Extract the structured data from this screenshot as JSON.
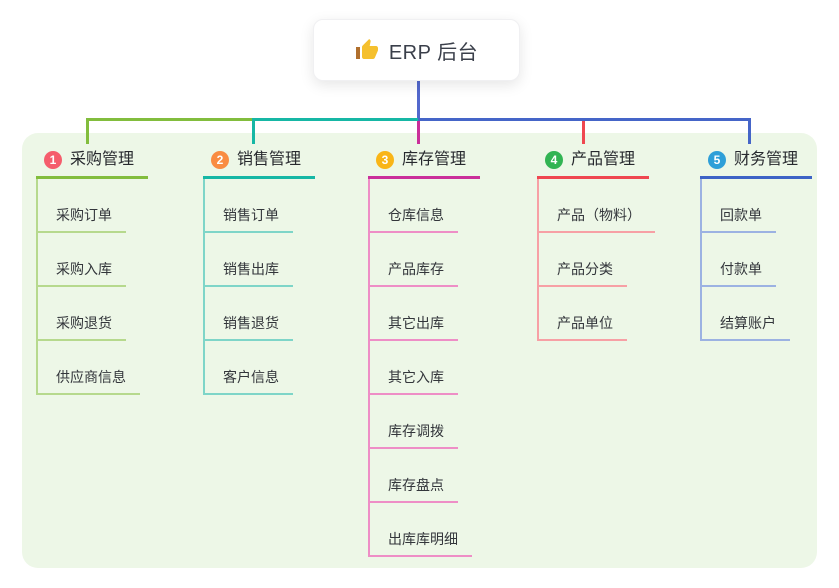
{
  "root": {
    "label": "ERP 后台",
    "icon": "thumbs-up-icon"
  },
  "canvas": {
    "panel_background": "#edf7e7",
    "page_background": "#ffffff"
  },
  "connectors": {
    "root_drop_color": "#5368cd",
    "trunk_blue": "#4565c8"
  },
  "branches": [
    {
      "number": "1",
      "label": "采购管理",
      "badge_color": "#f55d6c",
      "color": "#82bd3d",
      "child_color": "#b6d98d",
      "children": [
        "采购订单",
        "采购入库",
        "采购退货",
        "供应商信息"
      ]
    },
    {
      "number": "2",
      "label": "销售管理",
      "badge_color": "#f98c42",
      "color": "#16b7a5",
      "child_color": "#7ed5c8",
      "children": [
        "销售订单",
        "销售出库",
        "销售退货",
        "客户信息"
      ]
    },
    {
      "number": "3",
      "label": "库存管理",
      "badge_color": "#f9b517",
      "color": "#ca2f9a",
      "child_color": "#ee8ec6",
      "children": [
        "仓库信息",
        "产品库存",
        "其它出库",
        "其它入库",
        "库存调拨",
        "库存盘点",
        "出库库明细"
      ]
    },
    {
      "number": "4",
      "label": "产品管理",
      "badge_color": "#32b453",
      "color": "#ef4750",
      "child_color": "#f7a0a5",
      "children": [
        "产品（物料）",
        "产品分类",
        "产品单位"
      ]
    },
    {
      "number": "5",
      "label": "财务管理",
      "badge_color": "#2e9fd8",
      "color": "#3d63c6",
      "child_color": "#9cb2e2",
      "children": [
        "回款单",
        "付款单",
        "结算账户"
      ]
    }
  ]
}
